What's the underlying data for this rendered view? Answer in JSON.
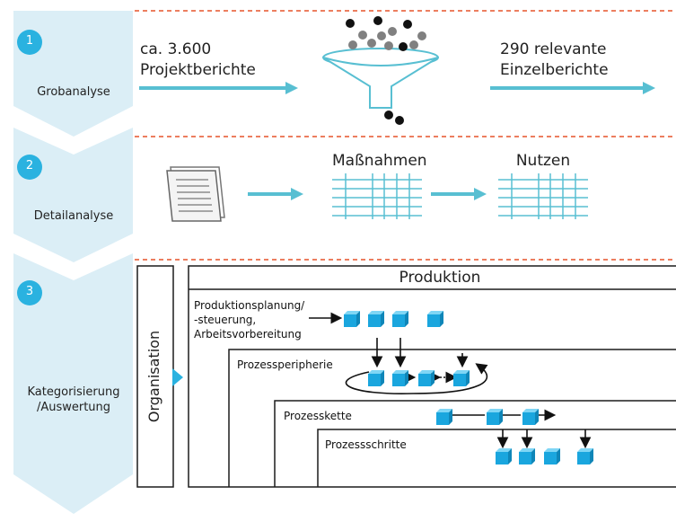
{
  "steps": [
    {
      "number": "1",
      "label": "Grobanalyse"
    },
    {
      "number": "2",
      "label": "Detailanalyse"
    },
    {
      "number": "3",
      "label": "Kategorisierung\n/Auswertung"
    }
  ],
  "grob": {
    "input_line1": "ca. 3.600",
    "input_line2": "Projektberichte",
    "output_line1": "290 relevante",
    "output_line2": "Einzelberichte"
  },
  "detail": {
    "table1_title": "Maßnahmen",
    "table2_title": "Nutzen"
  },
  "kategorie": {
    "outer_title": "Produktion",
    "side_label": "Organisation",
    "level1_label": "Produktionsplanung/\n-steuerung,\nArbeitsvorbereitung",
    "level2_label": "Prozessperipherie",
    "level3_label": "Prozesskette",
    "level4_label": "Prozessschritte"
  },
  "colors": {
    "accent": "#2ab2e0",
    "arrow": "#58bfd2",
    "chevron": "#dbeef6",
    "dashed": "#e6532a",
    "cube": "#1aa6de",
    "border": "#1c1c1c"
  }
}
